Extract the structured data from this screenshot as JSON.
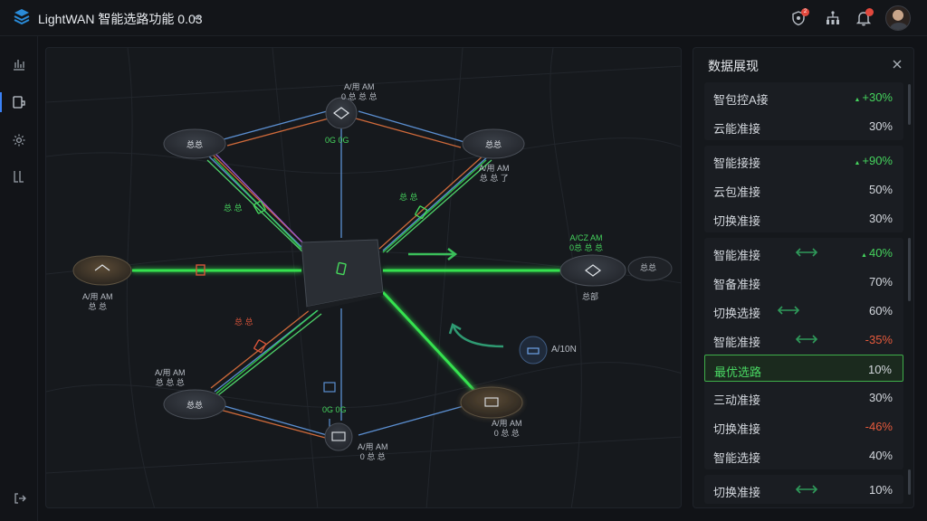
{
  "header": {
    "title": "LightWAN 智能选路功能 0.03",
    "notifications_badge": "2"
  },
  "rail": [
    "chart-icon",
    "topology-icon",
    "settings-icon",
    "list-icon"
  ],
  "topology": {
    "nodes": [
      {
        "id": "top",
        "label": "A/用 AM\n0 总 总 总",
        "sublabel": "0G 0G"
      },
      {
        "id": "top-left",
        "label": "",
        "sublabel": ""
      },
      {
        "id": "top-right",
        "label": "A/用 AM\n总 总 了",
        "sublabel": ""
      },
      {
        "id": "left",
        "label": "A/用 AM\n总 总",
        "sublabel": ""
      },
      {
        "id": "right",
        "label": "A/CZ AM\n0总 总 总",
        "sublabel": "总部"
      },
      {
        "id": "right-tag",
        "label": "总总",
        "sublabel": ""
      },
      {
        "id": "bottom-left",
        "label": "A/用 AM\n总 总 总",
        "sublabel": ""
      },
      {
        "id": "bottom",
        "label": "A/用 AM\n0 总 总",
        "sublabel": "0G 0G"
      },
      {
        "id": "bottom-right",
        "label": "A/用 AM\n0 总 总",
        "sublabel": ""
      },
      {
        "id": "station",
        "label": "A/10N",
        "sublabel": ""
      }
    ],
    "link_labels": [
      "总 总",
      "总 总",
      "总 总"
    ]
  },
  "panel": {
    "title": "数据展现",
    "groups": [
      {
        "rows": [
          {
            "label": "智包控A接",
            "value": "+30%",
            "trend": "up",
            "color": "green"
          },
          {
            "label": "云能准接",
            "value": "30%",
            "trend": "",
            "color": ""
          }
        ]
      },
      {
        "rows": [
          {
            "label": "智能接接",
            "value": "+90%",
            "trend": "up",
            "color": "green"
          },
          {
            "label": "云包准接",
            "value": "50%",
            "trend": "",
            "color": ""
          },
          {
            "label": "切换准接",
            "value": "30%",
            "trend": "",
            "color": ""
          }
        ]
      },
      {
        "rows": [
          {
            "label": "智能准接",
            "value": "40%",
            "trend": "up",
            "color": "green",
            "arrows": true
          },
          {
            "label": "智备准接",
            "value": "70%",
            "trend": "",
            "color": ""
          },
          {
            "label": "切换选接",
            "value": "60%",
            "trend": "",
            "color": "",
            "arrows": true
          },
          {
            "label": "智能准接",
            "value": "-35%",
            "trend": "down",
            "color": "red",
            "arrows": true
          },
          {
            "label": "最优选路",
            "value": "10%",
            "trend": "",
            "color": "",
            "highlight": true
          },
          {
            "label": "三动准接",
            "value": "30%",
            "trend": "",
            "color": ""
          },
          {
            "label": "切换准接",
            "value": "-46%",
            "trend": "",
            "color": "red"
          },
          {
            "label": "智能选接",
            "value": "40%",
            "trend": "",
            "color": ""
          }
        ]
      },
      {
        "rows": [
          {
            "label": "切换准接",
            "value": "10%",
            "trend": "",
            "color": "",
            "arrows": true
          }
        ]
      }
    ]
  },
  "colors": {
    "accent_green": "#45d35d",
    "accent_red": "#e55a3c",
    "accent_blue": "#3b82f6"
  }
}
